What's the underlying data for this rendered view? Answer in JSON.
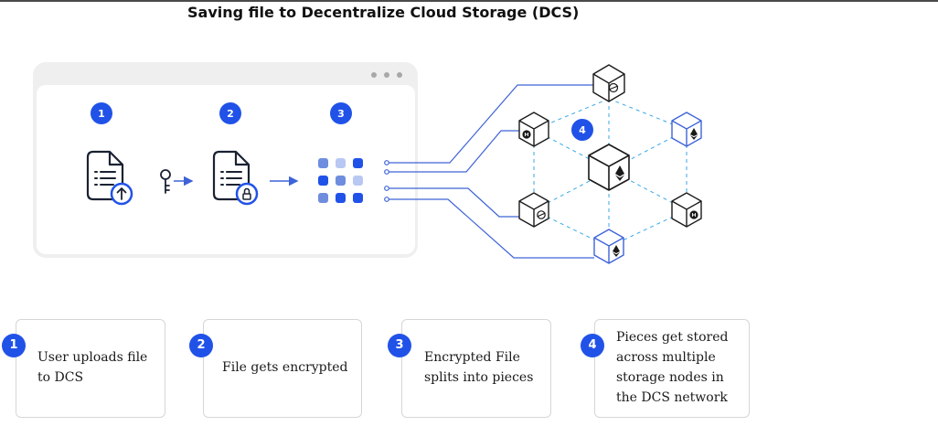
{
  "header": {
    "title": "Saving file to Decentralize Cloud Storage (DCS)"
  },
  "browser": {
    "step_numbers": [
      "1",
      "2",
      "3"
    ]
  },
  "network": {
    "step_number": "4",
    "node_icons": [
      "stellar-icon",
      "hedera-icon",
      "ethereum-icon",
      "ethereum-icon",
      "stellar-icon",
      "hedera-icon",
      "ethereum-icon"
    ]
  },
  "steps": [
    {
      "number": "1",
      "text_lines": [
        "User uploads file",
        "to DCS"
      ]
    },
    {
      "number": "2",
      "text_lines": [
        "File gets encrypted"
      ]
    },
    {
      "number": "3",
      "text_lines": [
        "Encrypted File",
        "splits into pieces"
      ]
    },
    {
      "number": "4",
      "text_lines": [
        "Pieces get stored",
        "across multiple",
        "storage nodes in",
        "the DCS network"
      ]
    }
  ],
  "colors": {
    "accent": "#2152e8",
    "line": "#3e63d8",
    "dash": "#38a7e8",
    "frame": "#efefef",
    "dark": "#1a1a1a"
  }
}
